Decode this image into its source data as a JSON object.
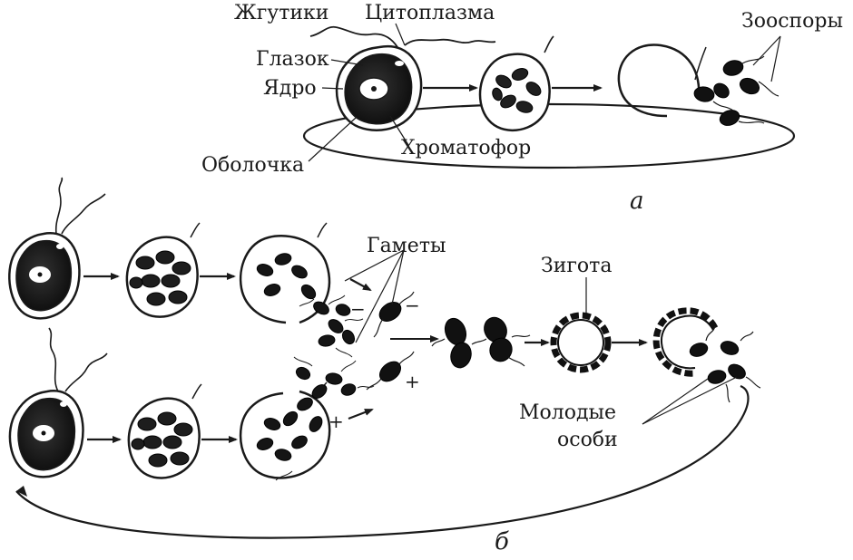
{
  "labels": {
    "flagella": "Жгутики",
    "cytoplasm": "Цитоплазма",
    "eyespot": "Глазок",
    "nucleus": "Ядро",
    "wall": "Оболочка",
    "chromatophore": "Хроматофор",
    "zoospores": "Зооспоры",
    "gametes": "Гаметы",
    "zygote": "Зигота",
    "young_line1": "Молодые",
    "young_line2": "особи",
    "minus_sign": "−",
    "plus_sign": "+",
    "panel_a": "а",
    "panel_b": "б"
  },
  "colors": {
    "ink": "#1a1a1a",
    "paper": "#ffffff"
  }
}
